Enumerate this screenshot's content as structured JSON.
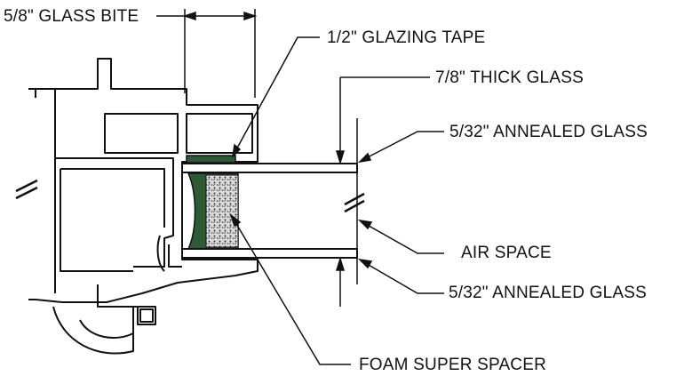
{
  "diagram": {
    "labels": {
      "glass_bite": "5/8\" GLASS BITE",
      "glazing_tape": "1/2\" GLAZING TAPE",
      "thick_glass": "7/8\" THICK GLASS",
      "annealed_top": "5/32\" ANNEALED GLASS",
      "air_space": "AIR SPACE",
      "annealed_bottom": "5/32\" ANNEALED GLASS",
      "foam_spacer": "FOAM SUPER SPACER"
    },
    "colors": {
      "line": "#111111",
      "spacer_green": "#2f5a37",
      "foam_fill": "#d9d9d9"
    }
  }
}
